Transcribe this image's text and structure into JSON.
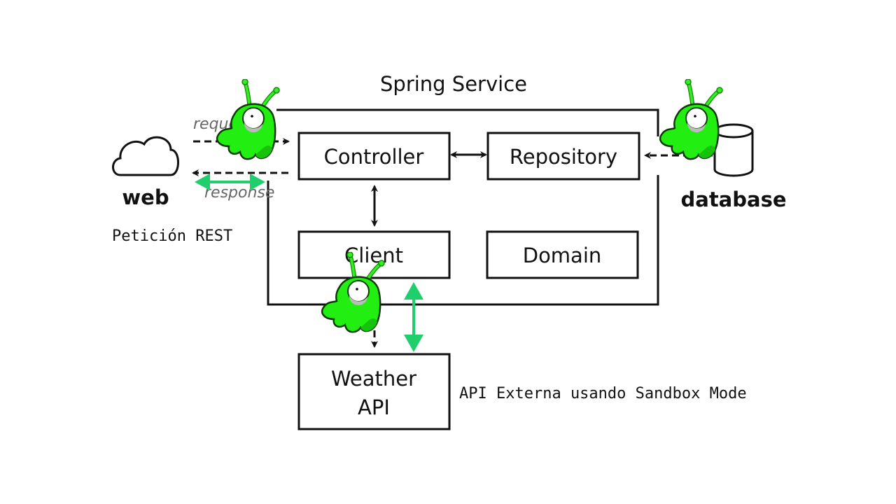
{
  "diagram": {
    "title": "Spring Service",
    "components": {
      "controller": "Controller",
      "repository": "Repository",
      "client": "Client",
      "domain": "Domain",
      "weather_api_line1": "Weather",
      "weather_api_line2": "API"
    },
    "actors": {
      "web": "web",
      "database": "database"
    },
    "edge_labels": {
      "request": "request",
      "response": "response"
    },
    "annotations": {
      "rest": "Petición REST",
      "external_api": "API Externa usando Sandbox Mode"
    },
    "icons": [
      "cloud-icon",
      "database-cylinder-icon",
      "alien-mascot-icon"
    ],
    "colors": {
      "highlight_arrow": "#1fcf6b",
      "mascot": "#22ee11"
    }
  }
}
